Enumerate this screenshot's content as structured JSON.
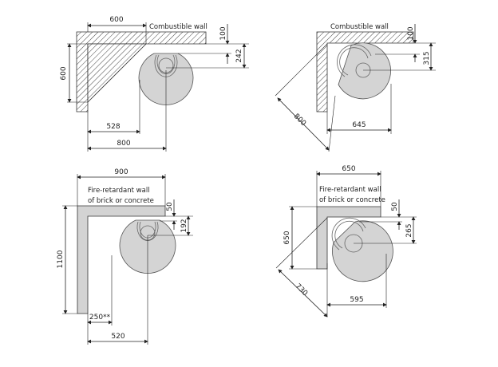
{
  "panels": [
    {
      "wall_label": "Combustible wall",
      "dims": {
        "top": "600",
        "left": "600",
        "wall_gap": "100",
        "center_offset": "242",
        "bottom_inner": "528",
        "bottom_outer": "800"
      }
    },
    {
      "wall_label": "Combustible wall",
      "dims": {
        "wall_gap": "100",
        "center_offset": "315",
        "diagonal": "800",
        "bottom": "645"
      }
    },
    {
      "wall_label_line1": "Fire-retardant wall",
      "wall_label_line2": "of brick or concrete",
      "dims": {
        "top": "900",
        "left": "1100",
        "wall_gap": "50",
        "center_offset": "192",
        "bottom_inner": "250**",
        "bottom_outer": "520"
      }
    },
    {
      "wall_label_line1": "Fire-retardant wall",
      "wall_label_line2": "of brick or concrete",
      "dims": {
        "top": "650",
        "left": "650",
        "wall_gap": "50",
        "center_offset": "265",
        "diagonal": "730",
        "bottom": "595"
      }
    }
  ]
}
